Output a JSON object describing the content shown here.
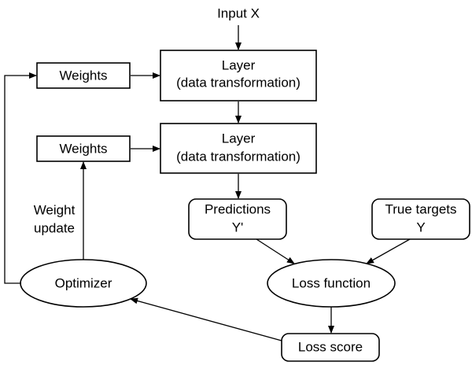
{
  "input": {
    "label": "Input X"
  },
  "layer1": {
    "line1": "Layer",
    "line2": "(data transformation)"
  },
  "layer2": {
    "line1": "Layer",
    "line2": "(data transformation)"
  },
  "weights1": {
    "label": "Weights"
  },
  "weights2": {
    "label": "Weights"
  },
  "predictions": {
    "line1": "Predictions",
    "line2": "Y'"
  },
  "true_targets": {
    "line1": "True targets",
    "line2": "Y"
  },
  "loss_function": {
    "label": "Loss function"
  },
  "loss_score": {
    "label": "Loss score"
  },
  "optimizer": {
    "label": "Optimizer"
  },
  "weight_update": {
    "line1": "Weight",
    "line2": "update"
  },
  "colors": {
    "stroke": "#000000",
    "fill": "#ffffff",
    "text": "#000000"
  }
}
